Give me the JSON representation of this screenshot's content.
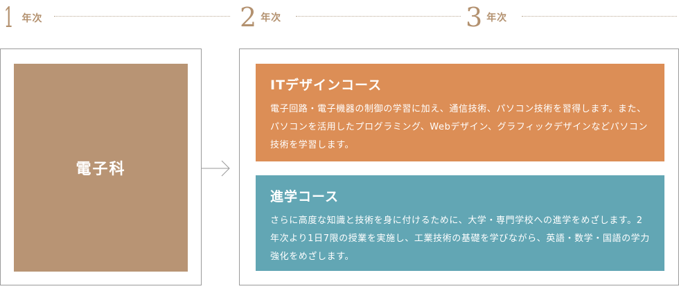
{
  "timeline": {
    "year1": {
      "number": "1",
      "label": "年次"
    },
    "year2": {
      "number": "2",
      "label": "年次"
    },
    "year3": {
      "number": "3",
      "label": "年次"
    }
  },
  "department": {
    "name": "電子科"
  },
  "courses": [
    {
      "title": "ITデザインコース",
      "description": "電子回路・電子機器の制御の学習に加え、通信技術、パソコン技術を習得します。また、パソコンを活用したプログラミング、Webデザイン、グラフィックデザインなどパソコン技術を学習します。",
      "color": "#dc8e56"
    },
    {
      "title": "進学コース",
      "description": "さらに高度な知識と技術を身に付けるために、大学・専門学校への進学をめざします。2年次より1日7限の授業を実施し、工業技術の基礎を学びながら、英語・数学・国語の学力強化をめざします。",
      "color": "#62a6b4"
    }
  ],
  "colors": {
    "accent": "#b3916f",
    "department": "#b89474"
  }
}
